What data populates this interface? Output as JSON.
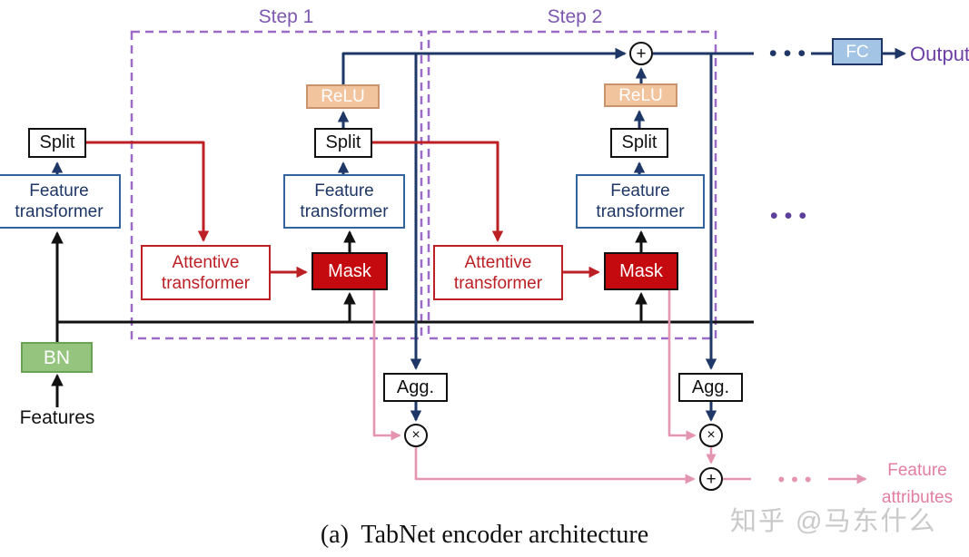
{
  "caption": "(a)  TabNet encoder architecture",
  "watermark": "知乎 @马东什么",
  "steps": {
    "step1": "Step 1",
    "step2": "Step 2"
  },
  "io": {
    "features": "Features",
    "output": "Output",
    "feature_attributes": "Feature\nattributes"
  },
  "blocks": {
    "feature_transformer": "Feature\ntransformer",
    "attentive_transformer": "Attentive\ntransformer",
    "split": "Split",
    "mask": "Mask",
    "relu": "ReLU",
    "bn": "BN",
    "agg": "Agg.",
    "fc": "FC"
  },
  "nodes": {
    "add": "+",
    "multiply": "×"
  },
  "ellipsis": "•••",
  "colors": {
    "navy": "#1e3766",
    "red": "#bc2025",
    "pink": "#e495b2",
    "purple_dashed": "#9c6bc8",
    "purple_label": "#7d57b0",
    "output_purple": "#6d3fa5",
    "mask_fill": "#c4090f",
    "relu_fill": "#f2c49e",
    "bn_fill": "#94c47e",
    "fc_fill": "#a3c4e5",
    "black": "#111111"
  }
}
